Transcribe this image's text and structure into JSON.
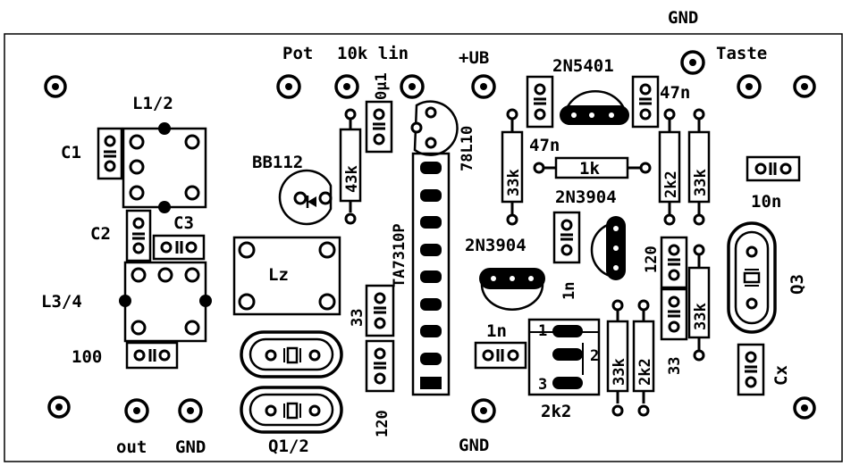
{
  "labels": {
    "gnd_top": "GND",
    "pot": "Pot",
    "pot_value": "10k lin",
    "ub": "+UB",
    "t1": "2N5401",
    "taste": "Taste",
    "l12": "L1/2",
    "c1": "C1",
    "cap_0u1": "0µ1",
    "reg": "78L10",
    "c_47n_a": "47n",
    "c_47n_b": "47n",
    "r_1k": "1k",
    "r_2k2_top": "2k2",
    "r_33k_tr": "33k",
    "bb112": "BB112",
    "r_43k": "43k",
    "r_33k_mid": "33k",
    "c_10n": "10n",
    "ic": "TA7310P",
    "t2": "2N3904",
    "c2": "C2",
    "c3": "C3",
    "t3": "2N3904",
    "lz": "Lz",
    "r_120_a": "120",
    "r_33k_rb": "33k",
    "q3": "Q3",
    "l34": "L3/4",
    "c_33": "33",
    "c_1n_a": "1n",
    "c_1n_b": "1n",
    "r_33k_bot": "33k",
    "r_2k2_bot": "2k2",
    "c_33_b": "33",
    "r_100": "100",
    "cx": "Cx",
    "r_120_b": "120",
    "r_2k2_b": "2k2",
    "q12": "Q1/2",
    "out": "out",
    "gnd_out": "GND",
    "gnd_bottom": "GND",
    "pin1": "1",
    "pin2": "2",
    "pin3": "3"
  }
}
